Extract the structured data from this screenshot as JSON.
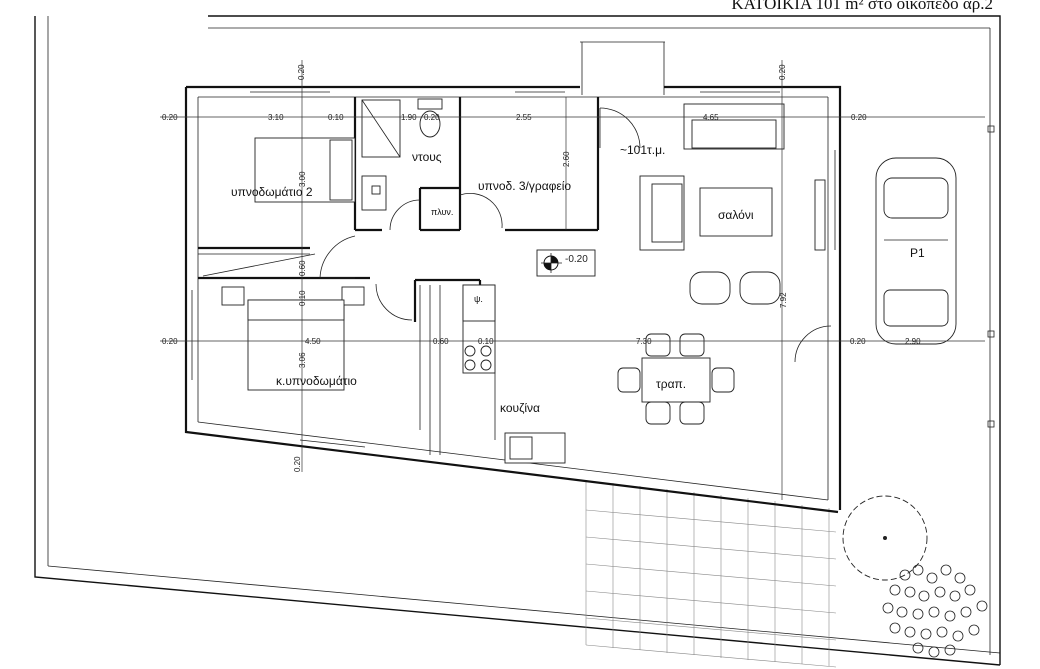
{
  "header": {
    "title": "ΚΑΤΟΙΚΙΑ 101 m² στο οικόπεδο αρ.2"
  },
  "rooms": {
    "bedroom2": "υπνοδωμάτιο 2",
    "shower": "ντους",
    "bedroom3": "υπνοδ. 3/γραφείο",
    "laundry": "πλυν.",
    "living": "σαλόνι",
    "area": "~101τ.μ.",
    "master": "κ.υπνοδωμάτιο",
    "kitchen": "κουζίνα",
    "dining": "τραπ.",
    "parking": "P1",
    "fridge": "ψ."
  },
  "level_marker": "-0.20",
  "dimensions": {
    "top_left_020": "0.20",
    "w_310": "3.10",
    "w_010": "0.10",
    "w_190": "1.90",
    "w_020b": "0.20",
    "w_255": "2.55",
    "w_465": "4.65",
    "right_020": "0.20",
    "v_top_020": "0.20",
    "v_top_020_right": "0.20",
    "v_300": "3.00",
    "v_260": "2.60",
    "v_060": "0.60",
    "v_010": "0.10",
    "v_306": "3.06",
    "v_792": "7.92",
    "mid_left_020": "0.20",
    "w_450": "4.50",
    "w_060": "0.60",
    "w_010b": "0.10",
    "w_730": "7.30",
    "mid_right_020": "0.20",
    "w_290": "2.90",
    "v_bottom_020": "0.20"
  }
}
